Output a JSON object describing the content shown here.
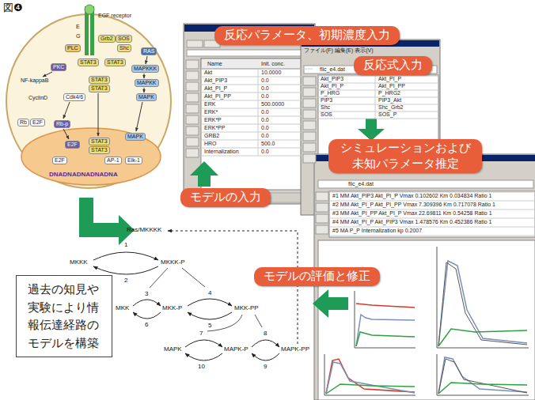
{
  "diagram": {
    "nodes": [
      {
        "text": [
          "反応パラメータ、初期濃度入力"
        ]
      },
      {
        "text": [
          "反応式入力"
        ]
      },
      {
        "text": [
          "シミュレーションおよび 未知パラメータ推定"
        ]
      },
      {
        "text": [
          "モデルの入力"
        ]
      },
      {
        "text": [
          "モデルの評価と修正"
        ]
      },
      {
        "text": [
          "過去の知見や実験により情報伝達経路のモデルを構築"
        ]
      }
    ],
    "labels": [
      "図❹",
      "EGF receptor",
      "E",
      "G",
      "PKC",
      "NF-kappaB",
      "CyclinD",
      "Cdk4/6",
      "Rb",
      "E2F",
      "Rb-p",
      "E2F",
      "E2F",
      "DNADNADNADNADNA",
      "PLC",
      "STAT3",
      "STAT3",
      "STAT3",
      "STAT3",
      "STAT3",
      "STAT3",
      "Grb2",
      "SOS",
      "Shc",
      "RAS",
      "MAPKKK",
      "MAPKK",
      "MAPK",
      "MAPK",
      "AP-1",
      "Elk-1",
      "Ras/MKKKK",
      "1",
      "MKKK",
      "MKKK-P",
      "2",
      "MKK",
      "3",
      "MKK-P",
      "4",
      "MKK-PP",
      "6",
      "5",
      "MAPK",
      "7",
      "MAPK-P",
      "8",
      "MAPK-PP",
      "10",
      "9",
      "Name",
      "Init. conc.",
      "Akt",
      "Akt_PIP3",
      "Akt_PI_P",
      "Akt_PI_PP",
      "ERK",
      "ERK*",
      "ERK*P",
      "ERK*PP",
      "GRB2",
      "HRO",
      "Internalization",
      "10.0000",
      "0.0",
      "0.0",
      "0.0",
      "500.0000",
      "0.0",
      "0.0",
      "0.0",
      "0.0",
      "500.0",
      "0.0",
      "ファイル(F) 編集(E) 表示(V)",
      "flic_e4.dat",
      "Akt_PIP3",
      "Akt_PI_P",
      "P_HRG",
      "PIP3",
      "Shc",
      "SOS",
      "Akt_PI_P",
      "Akt_PI_PP",
      "P_HRG2",
      "PIP3_Akt",
      "Shc_Grb2",
      "SOS_P",
      "flic_e4.dat",
      "#1 MM Akt_PIP3 Akt_PI_P Vmax 0.102602 Km 0.034834 Ratio 1",
      "#2 MM Akt_PI_P Akt_PI_PP Vmax 7.309396 Km 0.717078 Ratio 1",
      "#3 MM Akt_PI_PP Akt_PI_P Vmax 22.69811 Km 0.54258 Ratio 1",
      "#4 MM Akt_PI_P Akt_PIP3 Vmax 1.478576 Km 0.452386 Ratio 1",
      "#5 MA P_P Internalization kp 0.2007"
    ]
  }
}
